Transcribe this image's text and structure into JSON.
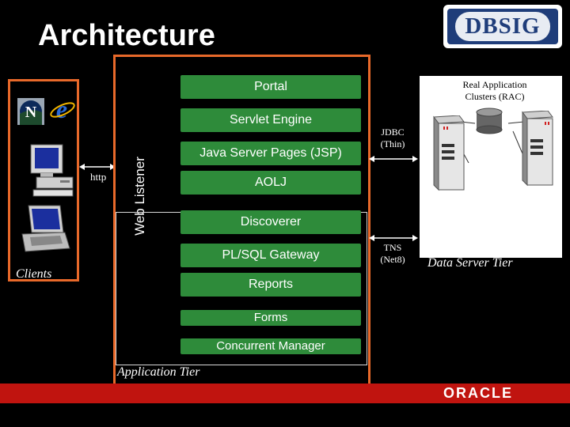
{
  "title": "Architecture",
  "logo": {
    "text": "DBSIG"
  },
  "clients": {
    "label": "Clients"
  },
  "http_label": "http",
  "web_listener": "Web Listener",
  "components": {
    "portal": "Portal",
    "servlet_engine": "Servlet Engine",
    "jsp": "Java Server Pages (JSP)",
    "aolj": "AOLJ",
    "discoverer": "Discoverer",
    "plsql_gateway": "PL/SQL Gateway",
    "reports": "Reports",
    "forms": "Forms",
    "concurrent_manager": "Concurrent Manager"
  },
  "app_tier_label": "Application Tier",
  "jdbc_label": {
    "line1": "JDBC",
    "line2": "(Thin)"
  },
  "tns_label": {
    "line1": "TNS",
    "line2": "(Net8)"
  },
  "rac_label": {
    "line1": "Real Application",
    "line2": "Clusters (RAC)"
  },
  "data_tier_label": "Data Server Tier",
  "footer": {
    "logo_text": "ORACLE"
  },
  "colors": {
    "component_green": "#2e8b3a",
    "tier_border": "#e8692a",
    "footer_red": "#c0140f"
  }
}
